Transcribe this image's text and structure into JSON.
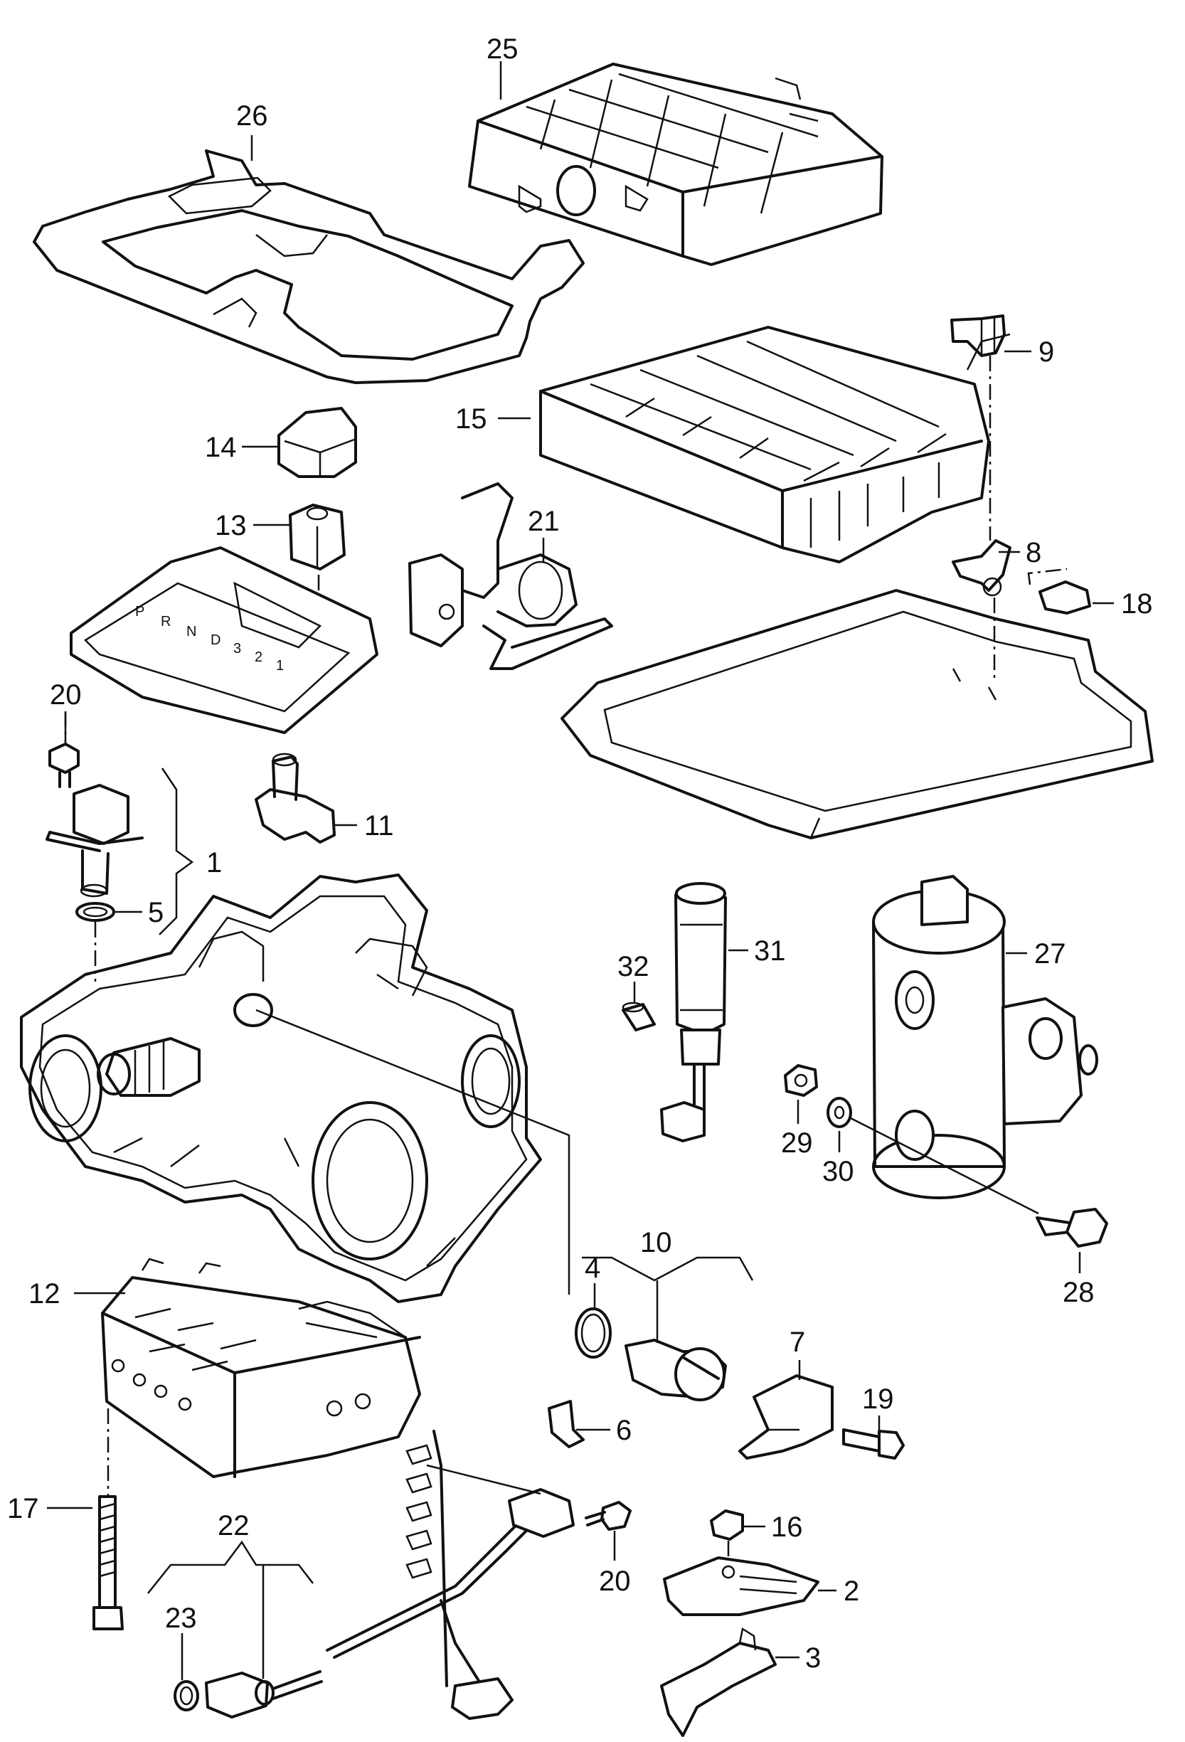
{
  "callouts": {
    "c1": "1",
    "c2": "2",
    "c3": "3",
    "c4": "4",
    "c5": "5",
    "c6": "6",
    "c7": "7",
    "c8": "8",
    "c9": "9",
    "c10": "10",
    "c11": "11",
    "c12": "12",
    "c13": "13",
    "c14": "14",
    "c15": "15",
    "c16": "16",
    "c17": "17",
    "c18": "18",
    "c19": "19",
    "c20a": "20",
    "c20b": "20",
    "c21": "21",
    "c22": "22",
    "c23": "23",
    "c25": "25",
    "c26": "26",
    "c27": "27",
    "c28": "28",
    "c29": "29",
    "c30": "30",
    "c31": "31",
    "c32": "32"
  },
  "selector_gate_letters": [
    "P",
    "R",
    "N",
    "D",
    "3",
    "2",
    "1"
  ]
}
